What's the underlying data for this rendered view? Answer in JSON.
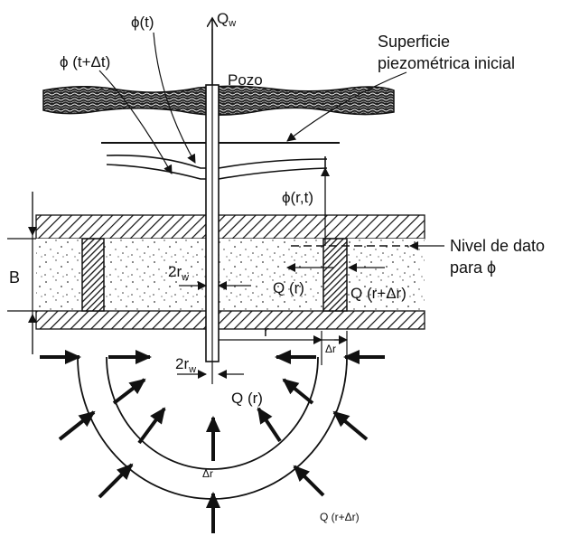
{
  "labels": {
    "qw_main": "Q",
    "qw_sub": "w",
    "phi_t": "ϕ(t)",
    "phi_t_dt": "ϕ (t+Δt)",
    "pozo": "Pozo",
    "superficie_line1": "Superficie",
    "superficie_line2": "piezométrica inicial",
    "phi_rt": "ϕ(r,t)",
    "nivel_line1": "Nivel de dato",
    "nivel_line2": "para ϕ",
    "b": "B",
    "two_rw_top_main": "2r",
    "two_rw_top_sub": "w",
    "q_r_top": "Q (r)",
    "q_r_dr_top": "Q (r+Δr)",
    "r": "r",
    "delta_r_top": "Δr",
    "two_rw_bottom_main": "2r",
    "two_rw_bottom_sub": "w",
    "q_r_bottom": "Q (r)",
    "delta_r_arc": "Δr",
    "q_r_dr_bottom": "Q (r+Δr)"
  },
  "colors": {
    "ink": "#111111",
    "background": "#ffffff"
  }
}
